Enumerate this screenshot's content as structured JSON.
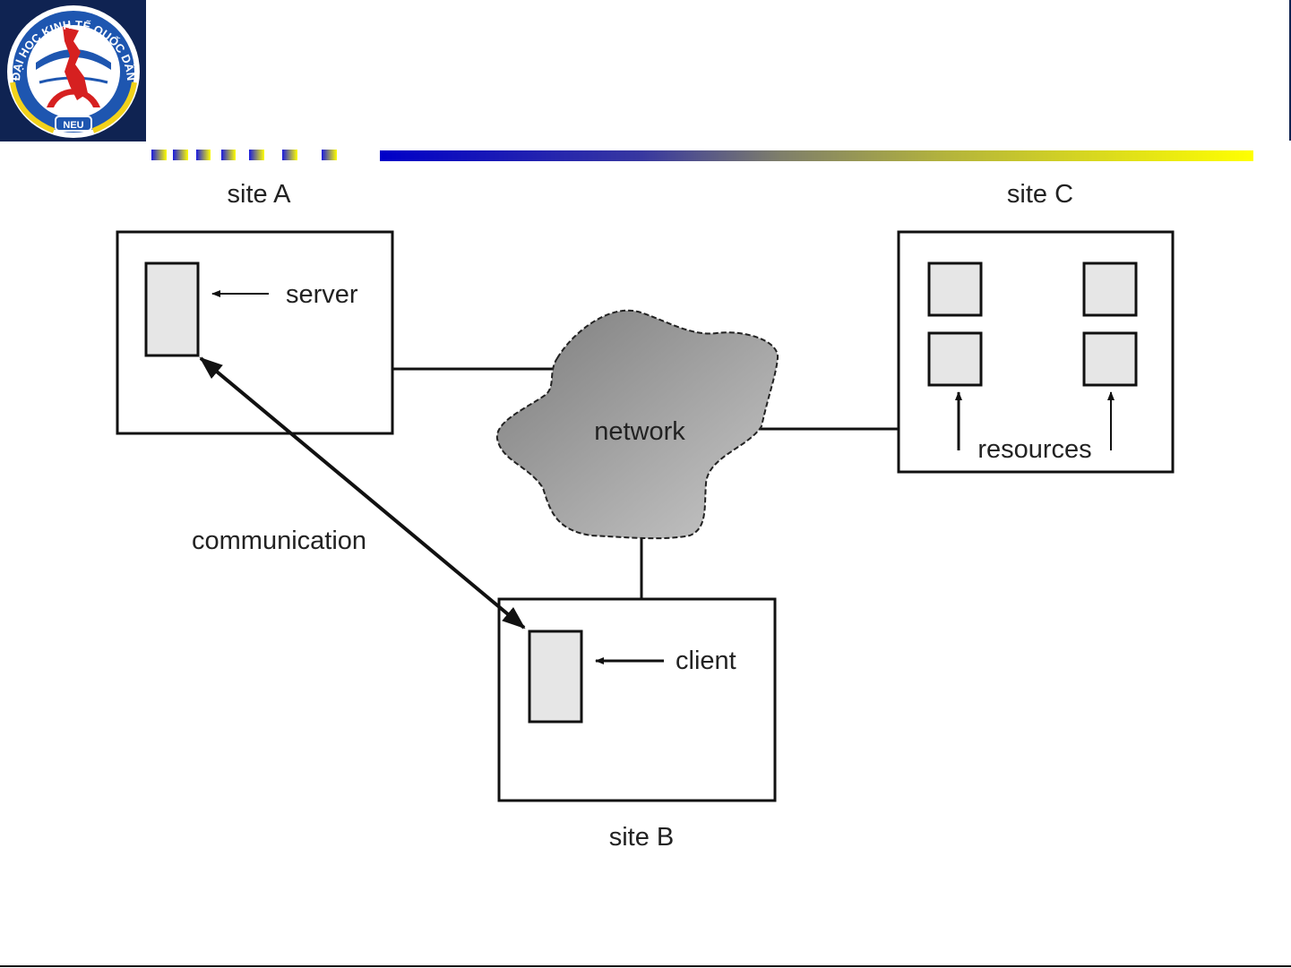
{
  "header": {
    "logo": {
      "icon": "university-emblem-icon",
      "ring_text": "ĐẠI HỌC KINH TẾ QUỐC DÂN",
      "badge_text": "NEU"
    },
    "colors": {
      "logo_background": "#0f2352",
      "decor_gradient_start": "#0000c8",
      "decor_gradient_end": "#ffff00"
    }
  },
  "diagram": {
    "sites": {
      "a": {
        "label": "site A",
        "component_label": "server"
      },
      "b": {
        "label": "site B",
        "component_label": "client"
      },
      "c": {
        "label": "site C",
        "component_label": "resources"
      }
    },
    "network_label": "network",
    "link_label": "communication"
  }
}
